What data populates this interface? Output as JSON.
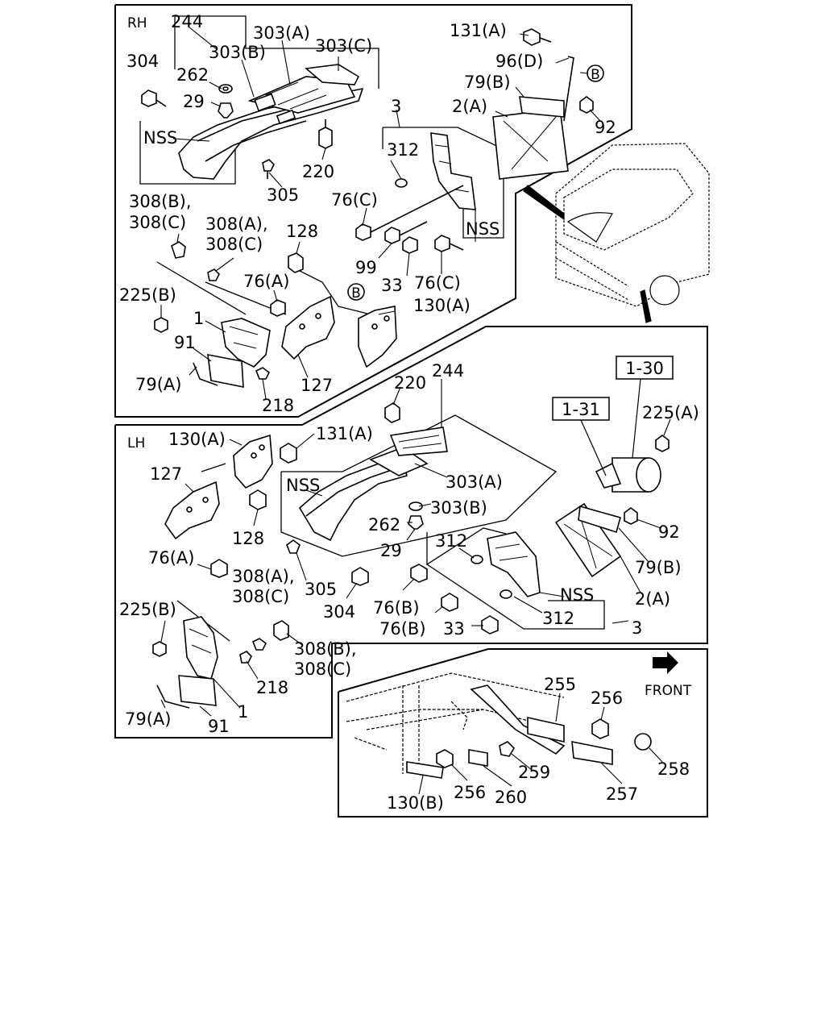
{
  "sections": {
    "rh": "RH",
    "lh": "LH",
    "front": "FRONT"
  },
  "boxes": {
    "b130": "1-30",
    "b131": "1-31"
  },
  "callout_b": "B",
  "labels": {
    "rh_244": "244",
    "rh_303a": "303(A)",
    "rh_303b": "303(B)",
    "rh_303c": "303(C)",
    "rh_304": "304",
    "rh_262": "262",
    "rh_29": "29",
    "rh_nss1": "NSS",
    "rh_220": "220",
    "rh_305": "305",
    "rh_131a": "131(A)",
    "rh_96d": "96(D)",
    "rh_79b": "79(B)",
    "rh_2a": "2(A)",
    "rh_92": "92",
    "rh_3": "3",
    "rh_312": "312",
    "rh_76c1": "76(C)",
    "rh_99": "99",
    "rh_33": "33",
    "rh_76c2": "76(C)",
    "rh_nss2": "NSS",
    "rh_308b": "308(B),",
    "rh_308c1": "308(C)",
    "rh_308a": "308(A),",
    "rh_308c2": "308(C)",
    "rh_128": "128",
    "rh_76a": "76(A)",
    "rh_225b": "225(B)",
    "rh_130a": "130(A)",
    "rh_1": "1",
    "rh_91": "91",
    "rh_79a": "79(A)",
    "rh_218": "218",
    "rh_127": "127",
    "lh_220": "220",
    "lh_244": "244",
    "lh_130a": "130(A)",
    "lh_131a": "131(A)",
    "lh_127": "127",
    "lh_nss1": "NSS",
    "lh_303a": "303(A)",
    "lh_303b": "303(B)",
    "lh_262": "262",
    "lh_29": "29",
    "lh_128": "128",
    "lh_312a": "312",
    "lh_76a": "76(A)",
    "lh_308a": "308(A),",
    "lh_308c1": "308(C)",
    "lh_305": "305",
    "lh_304": "304",
    "lh_76b1": "76(B)",
    "lh_76b2": "76(B)",
    "lh_33": "33",
    "lh_312b": "312",
    "lh_nss2": "NSS",
    "lh_3": "3",
    "lh_2a": "2(A)",
    "lh_79b": "79(B)",
    "lh_92": "92",
    "lh_225a": "225(A)",
    "lh_225b": "225(B)",
    "lh_308b": "308(B),",
    "lh_308c2": "308(C)",
    "lh_218": "218",
    "lh_1": "1",
    "lh_79a": "79(A)",
    "lh_91": "91",
    "fr_255": "255",
    "fr_256a": "256",
    "fr_258": "258",
    "fr_257": "257",
    "fr_259": "259",
    "fr_260": "260",
    "fr_256b": "256",
    "fr_130b": "130(B)"
  }
}
